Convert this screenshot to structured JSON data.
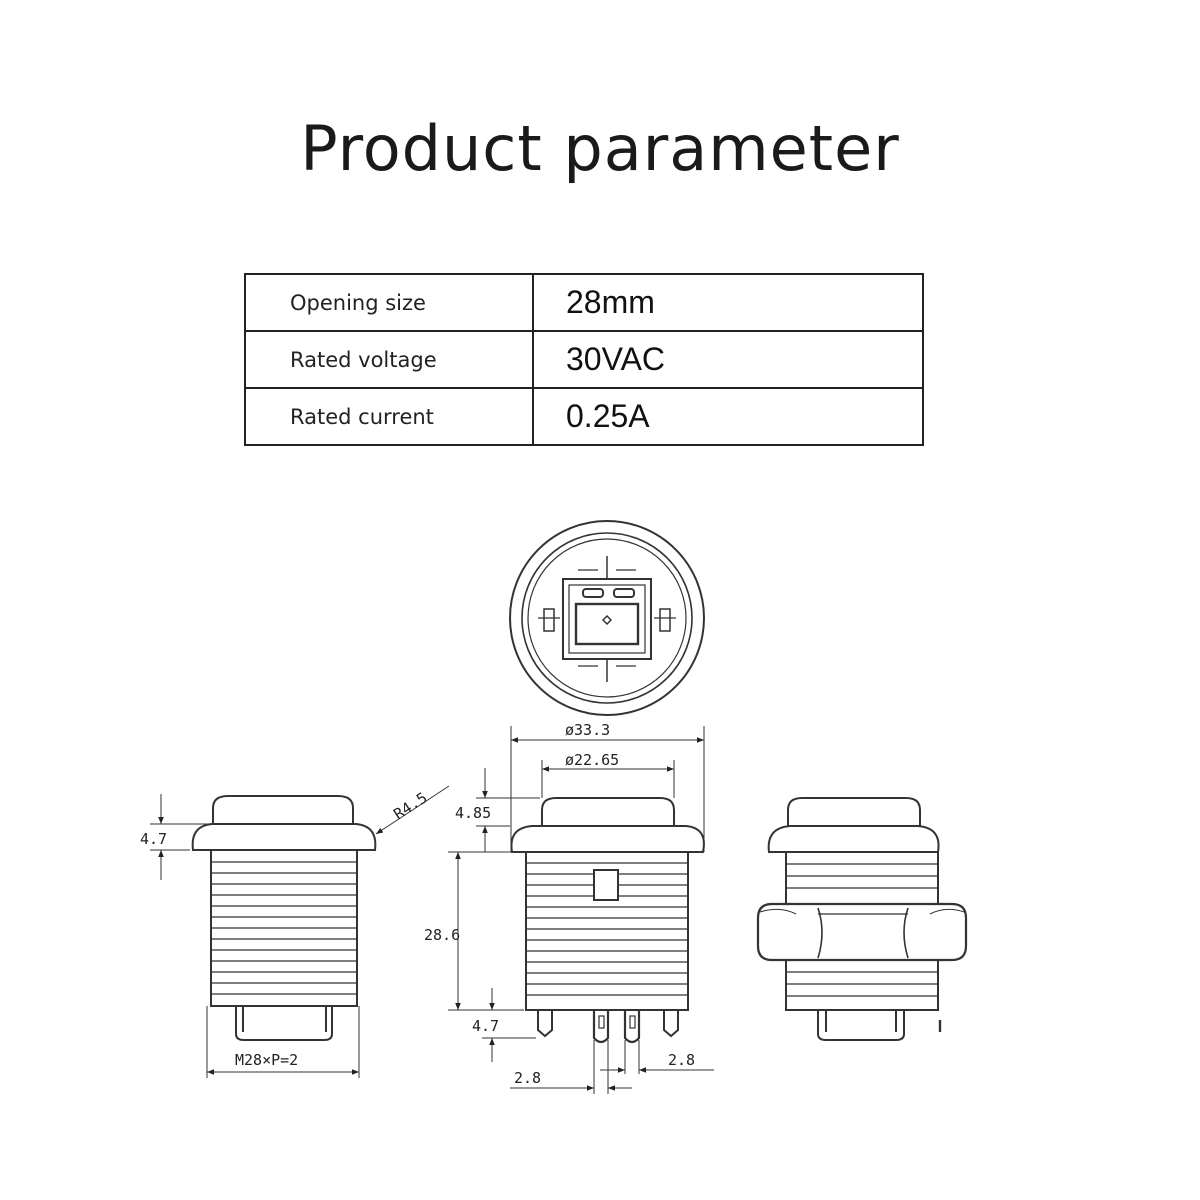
{
  "title": "Product parameter",
  "specs": [
    {
      "label": "Opening size",
      "value": "28mm"
    },
    {
      "label": "Rated voltage",
      "value": "30VAC"
    },
    {
      "label": "Rated current",
      "value": "0.25A"
    }
  ],
  "dimensions": {
    "outer_diameter": "ø33.3",
    "inner_diameter": "ø22.65",
    "button_height": "4.85",
    "body_length": "28.6",
    "terminal_length": "4.7",
    "terminal_width_left": "2.8",
    "terminal_width_right": "2.8",
    "side_cap_height": "4.7",
    "radius": "R4.5",
    "thread": "M28×P=2"
  }
}
